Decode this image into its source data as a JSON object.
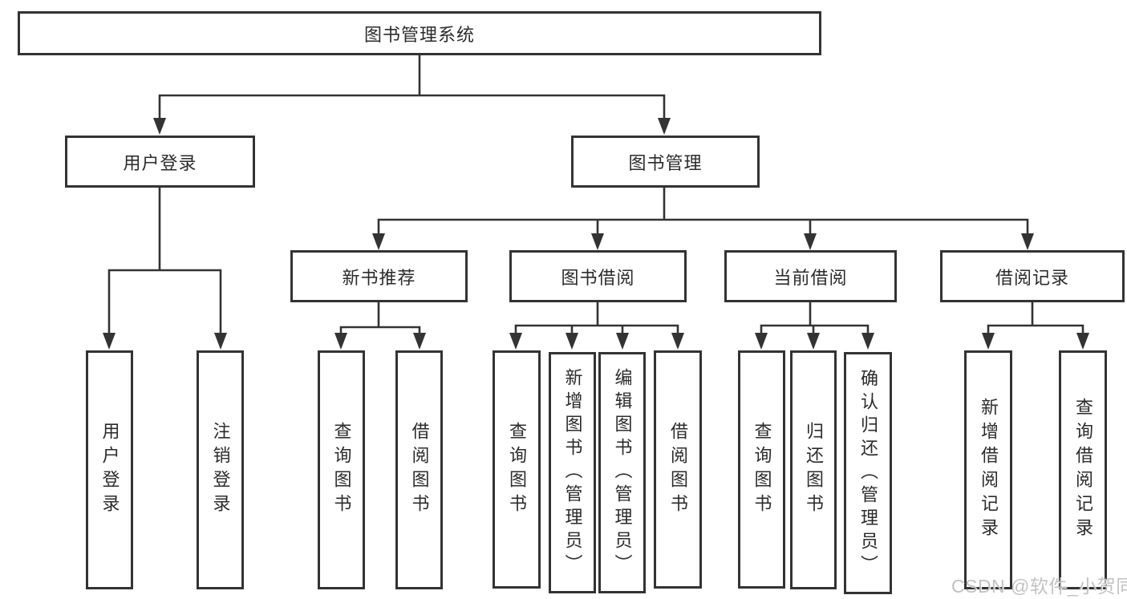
{
  "diagram": {
    "type": "tree",
    "root": {
      "label": "图书管理系统",
      "children": [
        {
          "label": "用户登录",
          "children": [
            {
              "label": "用户登录"
            },
            {
              "label": "注销登录"
            }
          ]
        },
        {
          "label": "图书管理",
          "children": [
            {
              "label": "新书推荐",
              "children": [
                {
                  "label": "查询图书"
                },
                {
                  "label": "借阅图书"
                }
              ]
            },
            {
              "label": "图书借阅",
              "children": [
                {
                  "label": "查询图书"
                },
                {
                  "label": "新增图书（管理员）"
                },
                {
                  "label": "编辑图书（管理员）"
                },
                {
                  "label": "借阅图书"
                }
              ]
            },
            {
              "label": "当前借阅",
              "children": [
                {
                  "label": "查询图书"
                },
                {
                  "label": "归还图书"
                },
                {
                  "label": "确认归还（管理员）"
                }
              ]
            },
            {
              "label": "借阅记录",
              "children": [
                {
                  "label": "新增借阅记录"
                },
                {
                  "label": "查询借阅记录"
                }
              ]
            }
          ]
        }
      ]
    }
  },
  "watermark": {
    "text": "CSDN @软件_小贺同学"
  },
  "colors": {
    "line": "#333333",
    "box_border": "#333333",
    "text": "#2b2b2b",
    "background": "#ffffff",
    "watermark": "#bdbdbd"
  }
}
